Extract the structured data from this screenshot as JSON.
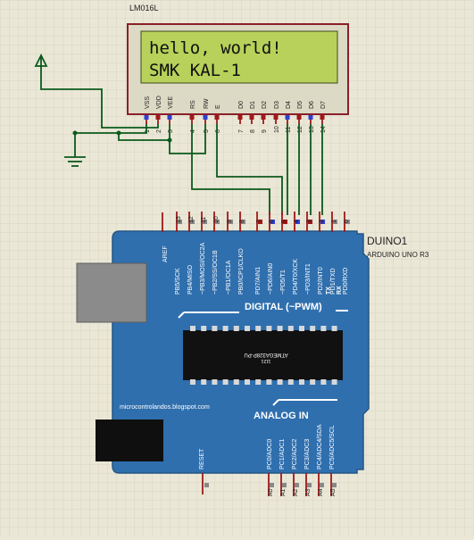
{
  "colors": {
    "background": "#eae7d6",
    "grid": "#d9d6c6",
    "wire": "#0a5a1c",
    "lcd_screen": "#b8d15a",
    "lcd_text": "#101010",
    "board": "#2f6fae",
    "board_edge": "#235786",
    "pin_red": "#a01818",
    "pin_blue": "#3040d0",
    "chip": "#111111",
    "usb_port": "#8b8b8b",
    "power_jack": "#0f0f0f",
    "label_dark": "#1f1f1f",
    "label_white": "#ffffff"
  },
  "lcd": {
    "part": "LM016L",
    "line1": "hello, world!",
    "line2": "SMK KAL-1",
    "pins": [
      {
        "name": "VSS",
        "number": "1"
      },
      {
        "name": "VDD",
        "number": "2"
      },
      {
        "name": "VEE",
        "number": "3"
      },
      {
        "name": "RS",
        "number": "4"
      },
      {
        "name": "RW",
        "number": "5"
      },
      {
        "name": "E",
        "number": "6"
      },
      {
        "name": "D0",
        "number": "7"
      },
      {
        "name": "D1",
        "number": "8"
      },
      {
        "name": "D2",
        "number": "9"
      },
      {
        "name": "D3",
        "number": "10"
      },
      {
        "name": "D4",
        "number": "11"
      },
      {
        "name": "D5",
        "number": "12"
      },
      {
        "name": "D6",
        "number": "13"
      },
      {
        "name": "D7",
        "number": "14"
      }
    ]
  },
  "arduino": {
    "ref": "DUINO1",
    "model": "ARDUINO UNO R3",
    "chip_label": "ATMEGA328P-PU",
    "chip_code": "1121",
    "digital_label": "DIGITAL (~PWM)",
    "analog_label": "ANALOG IN",
    "website": "microcontrolandos.blogspot.com",
    "reset_label": "RESET",
    "aref_label": "AREF",
    "tx_label": "TX",
    "rx_label": "RX",
    "digital_pins": [
      {
        "number": "13",
        "label": "PB5/SCK"
      },
      {
        "number": "12",
        "label": "PB4/MISO"
      },
      {
        "number": "11",
        "label": "~PB3/MOSI/OC2A"
      },
      {
        "number": "10",
        "label": "~PB2/SS/OC1B"
      },
      {
        "number": "9",
        "label": "~PB1/OC1A"
      },
      {
        "number": "8",
        "label": "PB0/ICP1/CLKO"
      },
      {
        "number": "7",
        "label": "PD7/AIN1"
      },
      {
        "number": "6",
        "label": "~PD6/AIN0"
      },
      {
        "number": "5",
        "label": "~PD5/T1"
      },
      {
        "number": "4",
        "label": "PD4/T0/XCK"
      },
      {
        "number": "3",
        "label": "~PD3/INT1"
      },
      {
        "number": "2",
        "label": "PD2/INT0"
      },
      {
        "number": "1",
        "label": "PD1/TXD"
      },
      {
        "number": "0",
        "label": "PD0/RXD"
      }
    ],
    "analog_pins": [
      {
        "number": "A0",
        "label": "PC0/ADC0"
      },
      {
        "number": "A1",
        "label": "PC1/ADC1"
      },
      {
        "number": "A2",
        "label": "PC2/ADC2"
      },
      {
        "number": "A3",
        "label": "PC3/ADC3"
      },
      {
        "number": "A4",
        "label": "PC4/ADC4/SDA"
      },
      {
        "number": "A5",
        "label": "PC5/ADC5/SCL"
      }
    ]
  }
}
